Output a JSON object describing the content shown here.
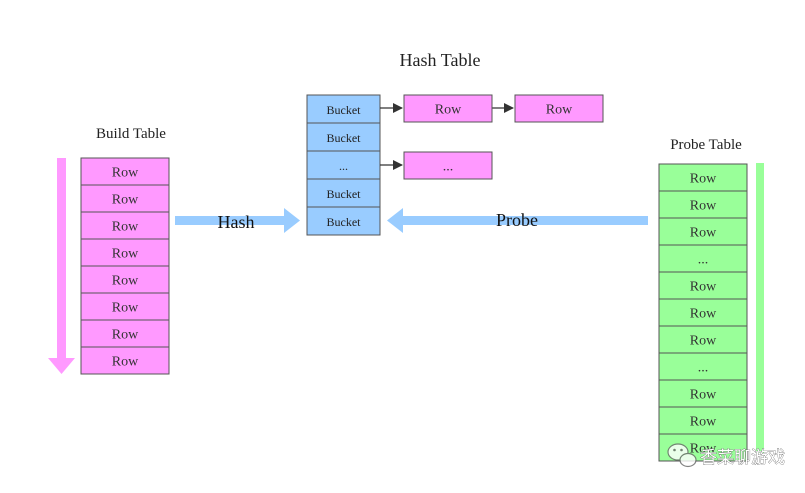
{
  "hash_table": {
    "title": "Hash Table",
    "buckets": [
      "Bucket",
      "Bucket",
      "...",
      "Bucket",
      "Bucket"
    ],
    "chain_row1": [
      "Row",
      "Row"
    ],
    "chain_row3": [
      "..."
    ]
  },
  "build_table": {
    "title": "Build Table",
    "rows": [
      "Row",
      "Row",
      "Row",
      "Row",
      "Row",
      "Row",
      "Row",
      "Row"
    ],
    "color": "#ff99ff",
    "arrow_color": "#ff99ff"
  },
  "probe_table": {
    "title": "Probe Table",
    "rows": [
      "Row",
      "Row",
      "Row",
      "...",
      "Row",
      "Row",
      "Row",
      "...",
      "Row",
      "Row",
      "Row"
    ],
    "color": "#99ff99",
    "arrow_color": "#99ff99"
  },
  "arrows": {
    "hash_label": "Hash",
    "probe_label": "Probe",
    "color": "#99ccff"
  },
  "bucket_color": "#99ccff",
  "watermark": {
    "text": "香菜聊游戏",
    "icon": "wechat-icon"
  }
}
